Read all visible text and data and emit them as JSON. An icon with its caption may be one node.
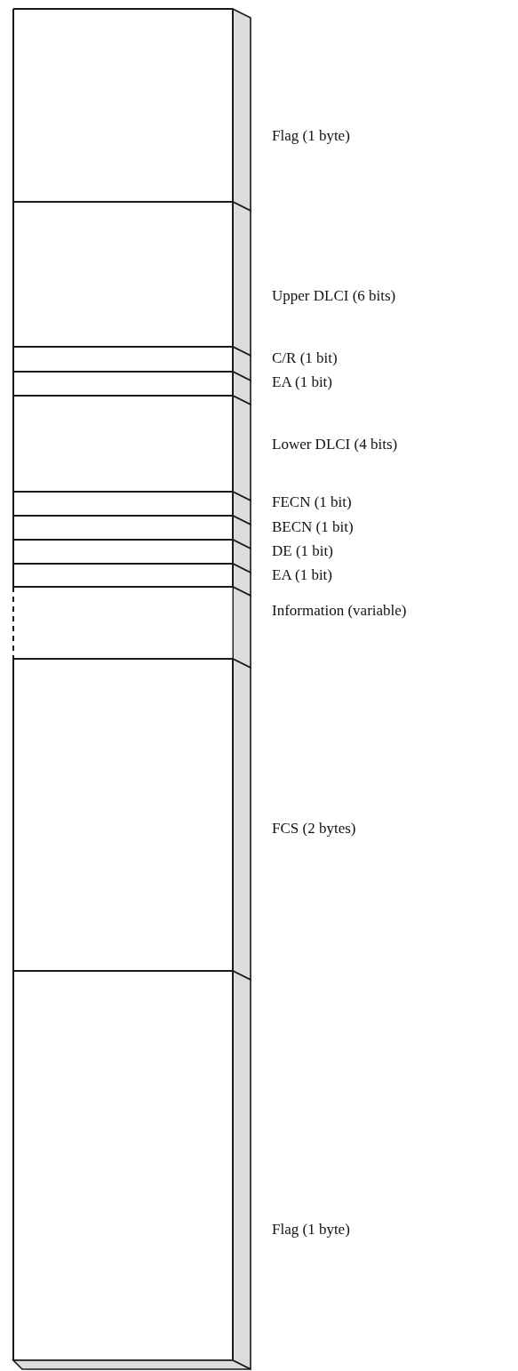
{
  "diagram": {
    "nodes": [
      {
        "text": [],
        "shape": "box",
        "beside": [
          "Flag (1 byte)"
        ]
      },
      {
        "text": [],
        "shape": "box",
        "beside": [
          "Upper DLCI (6 bits)"
        ]
      },
      {
        "text": [],
        "shape": "box",
        "beside": [
          "C/R (1 bit)"
        ]
      },
      {
        "text": [],
        "shape": "box",
        "beside": [
          "EA (1 bit)"
        ]
      },
      {
        "text": [],
        "shape": "box",
        "beside": [
          "Lower DLCI (4 bits)"
        ]
      },
      {
        "text": [],
        "shape": "box",
        "beside": [
          "FECN (1 bit)"
        ]
      },
      {
        "text": [],
        "shape": "box",
        "beside": [
          "BECN (1 bit)"
        ]
      },
      {
        "text": [],
        "shape": "box",
        "beside": [
          "DE (1 bit)"
        ]
      },
      {
        "text": [],
        "shape": "box",
        "beside": [
          "EA (1 bit)"
        ]
      },
      {
        "text": [],
        "shape": "box",
        "beside": [
          "Information (variable)"
        ]
      },
      {
        "text": [],
        "shape": "box",
        "beside": [
          "FCS (2 bytes)"
        ]
      },
      {
        "text": [],
        "shape": "box",
        "beside": [
          "Flag (1 byte)"
        ]
      }
    ]
  }
}
